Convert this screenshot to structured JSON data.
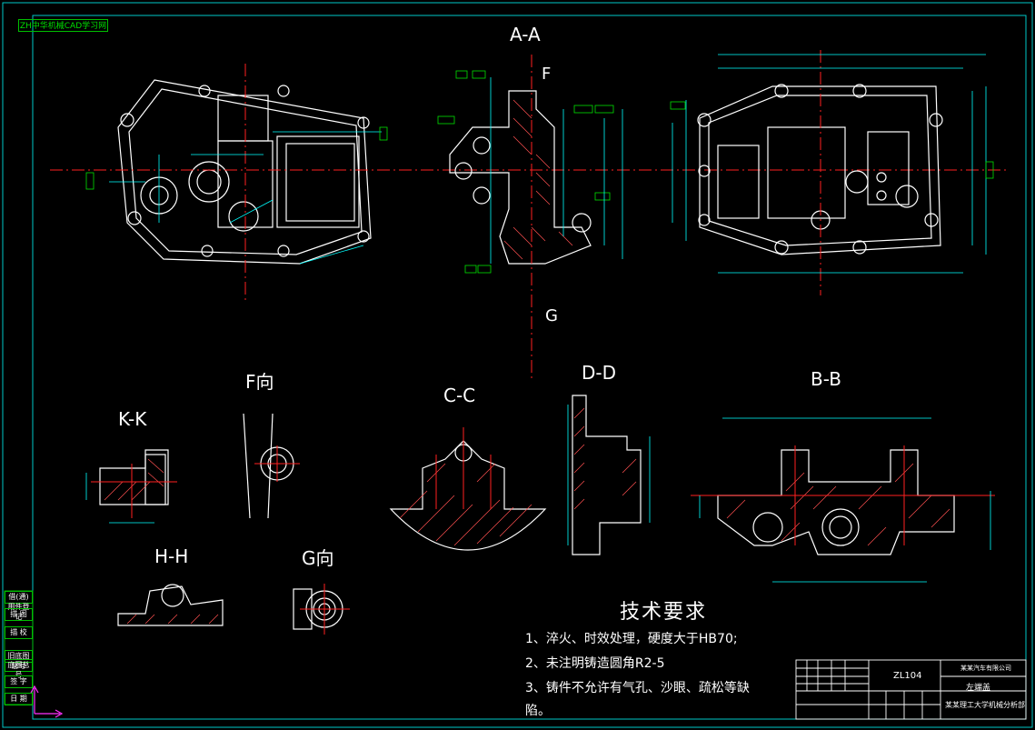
{
  "colors": {
    "background": "#000000",
    "frame": "#00c8c8",
    "outline": "#ffffff",
    "center_line": "#ff2020",
    "dimension": "#00ffff",
    "hatch": "#ff5050",
    "text": "#ffffff",
    "annotation": "#00e000",
    "axis_arrow": "#ff30ff"
  },
  "corner_stamp": "ZH中华机械CAD学习网",
  "views": {
    "aa": "A-A",
    "f_marker": "F",
    "g_marker": "G",
    "kk": "K-K",
    "f_view": "F向",
    "cc": "C-C",
    "dd": "D-D",
    "bb": "B-B",
    "hh": "H-H",
    "g_view": "G向"
  },
  "tech": {
    "title": "技术要求",
    "items": [
      "1、淬火、时效处理，硬度大于HB70;",
      "2、未注明铸造圆角R2-5",
      "3、铸件不允许有气孔、沙眼、疏松等缺",
      "陷。"
    ]
  },
  "title_block": {
    "code": "ZL104",
    "part_name": "左端盖",
    "org_top": "某某汽车有限公司",
    "org_bottom": "某某理工大学机械分析部"
  },
  "side_table": [
    "借(通)用件登记",
    "描 图",
    "描 校",
    "旧底图总号",
    "底图总号",
    "签 字",
    "日 期"
  ]
}
